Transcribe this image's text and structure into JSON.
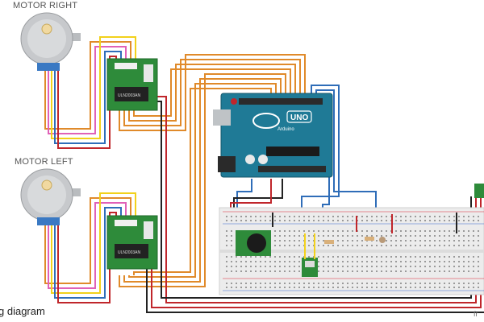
{
  "labels": {
    "motor_right": "MOTOR RIGHT",
    "motor_left": "MOTOR LEFT",
    "caption": "g diagram",
    "credit": "fr"
  },
  "arduino": {
    "model": "UNO",
    "brand": "Arduino"
  },
  "driver_boards": {
    "chip_label": "ULN2003AN"
  },
  "wire_colors": {
    "orange": "#e08a2a",
    "red": "#c0262b",
    "blue": "#2f6db8",
    "yellow": "#f2d11b",
    "pink": "#e061b8",
    "black": "#222222",
    "brown": "#8a3a1a",
    "board_green": "#2e8b3a",
    "arduino_teal": "#1f7a96"
  }
}
